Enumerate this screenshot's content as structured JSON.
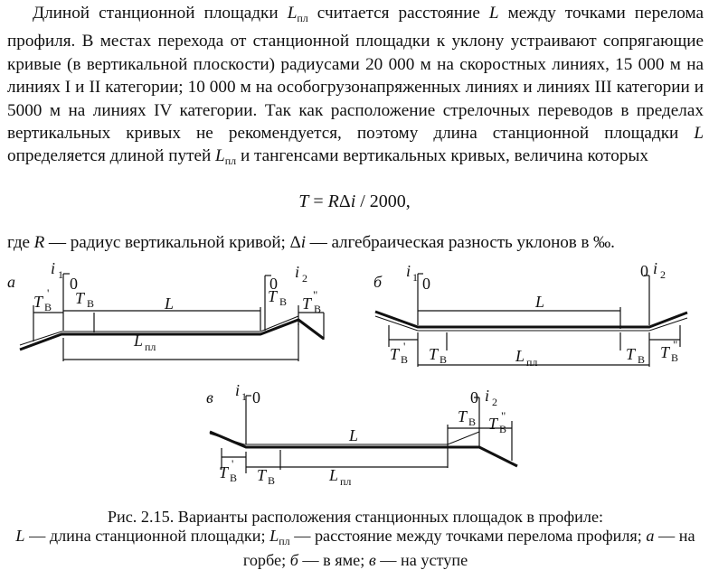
{
  "paragraph": {
    "part1": "Длиной станционной площадки ",
    "sym_L": "L",
    "sub_pl": "пл",
    "part2": " считается расстояние ",
    "part3": " между точками перелома профиля. В местах перехода от станционной площадки к уклону устраивают сопрягающие кривые (в вертикальной плоскости) радиусами 20 000 м на скоростных линиях, 15 000 м на линиях I и II категории; 10 000 м на особогрузонапряженных линиях и линиях III категории и 5000 м на линиях IV категории. Так как расположение стрелочных переводов в пределах вертикальных кривых не рекомендуется, поэтому длина станционной площадки ",
    "part4": " определяется длиной путей ",
    "part5": " и тангенсами вертикальных кривых, величина которых"
  },
  "formula": {
    "lhs": "T",
    "eq": " = ",
    "R": "R",
    "delta": "Δ",
    "i": "i",
    "rest": " / 2000,"
  },
  "where": {
    "t1": "где ",
    "R": "R",
    "t2": " — радиус вертикальной кривой; ",
    "delta": "Δ",
    "i": "i",
    "t3": " — алгебраическая разность уклонов в ‰."
  },
  "figure": {
    "panel_a": "а",
    "panel_b": "б",
    "panel_v": "в",
    "i1": "i",
    "i1_sub": "1",
    "i2": "i",
    "i2_sub": "2",
    "zero": "0",
    "L": "L",
    "Lpl": "L",
    "Lpl_sub": "пл",
    "T": "T",
    "T_sub": "В",
    "prime": "'",
    "dprime": "\""
  },
  "caption": {
    "line1": "Рис. 2.15. Варианты расположения станционных площадок в профиле:",
    "L": "L",
    "t1": " — длина станционной площадки; ",
    "Lpl": "L",
    "sub": "пл",
    "t2": " — расстояние между точками перелома профиля; ",
    "a": "а",
    "t3": " — на горбе; ",
    "b": "б",
    "t4": " — в яме; ",
    "v": "в",
    "t5": " — на уступе"
  }
}
